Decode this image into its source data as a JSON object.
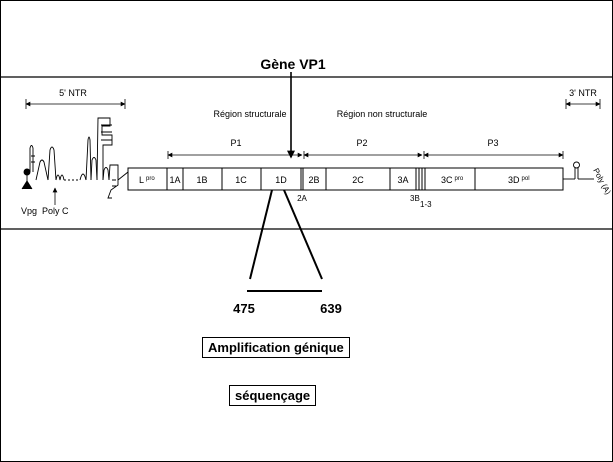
{
  "title": "Gène VP1",
  "genome": {
    "utr5": "5' NTR",
    "utr3": "3' NTR",
    "vpg": "Vpg",
    "polyc": "Poly C",
    "polya": "Poly (A)",
    "structural_region": "Région structurale",
    "nonstructural_region": "Région non structurale",
    "precursors": [
      "P1",
      "P2",
      "P3"
    ],
    "segments": {
      "lpro": "L",
      "lpro_sup": "pro",
      "s1a": "1A",
      "s1b": "1B",
      "s1c": "1C",
      "s1d": "1D",
      "s2b": "2B",
      "s2c": "2C",
      "s3a": "3A",
      "s3cpro": "3C",
      "s3cpro_sup": "pro",
      "s3dpol": "3D",
      "s3dpol_sup": "pol"
    },
    "below_labels": {
      "s2a": "2A",
      "s3b": "3B",
      "s3b_sub": "1-3"
    }
  },
  "amplicon": {
    "start": "475",
    "end": "639"
  },
  "steps": {
    "amplification": "Amplification génique",
    "sequencing": "séquençage"
  }
}
